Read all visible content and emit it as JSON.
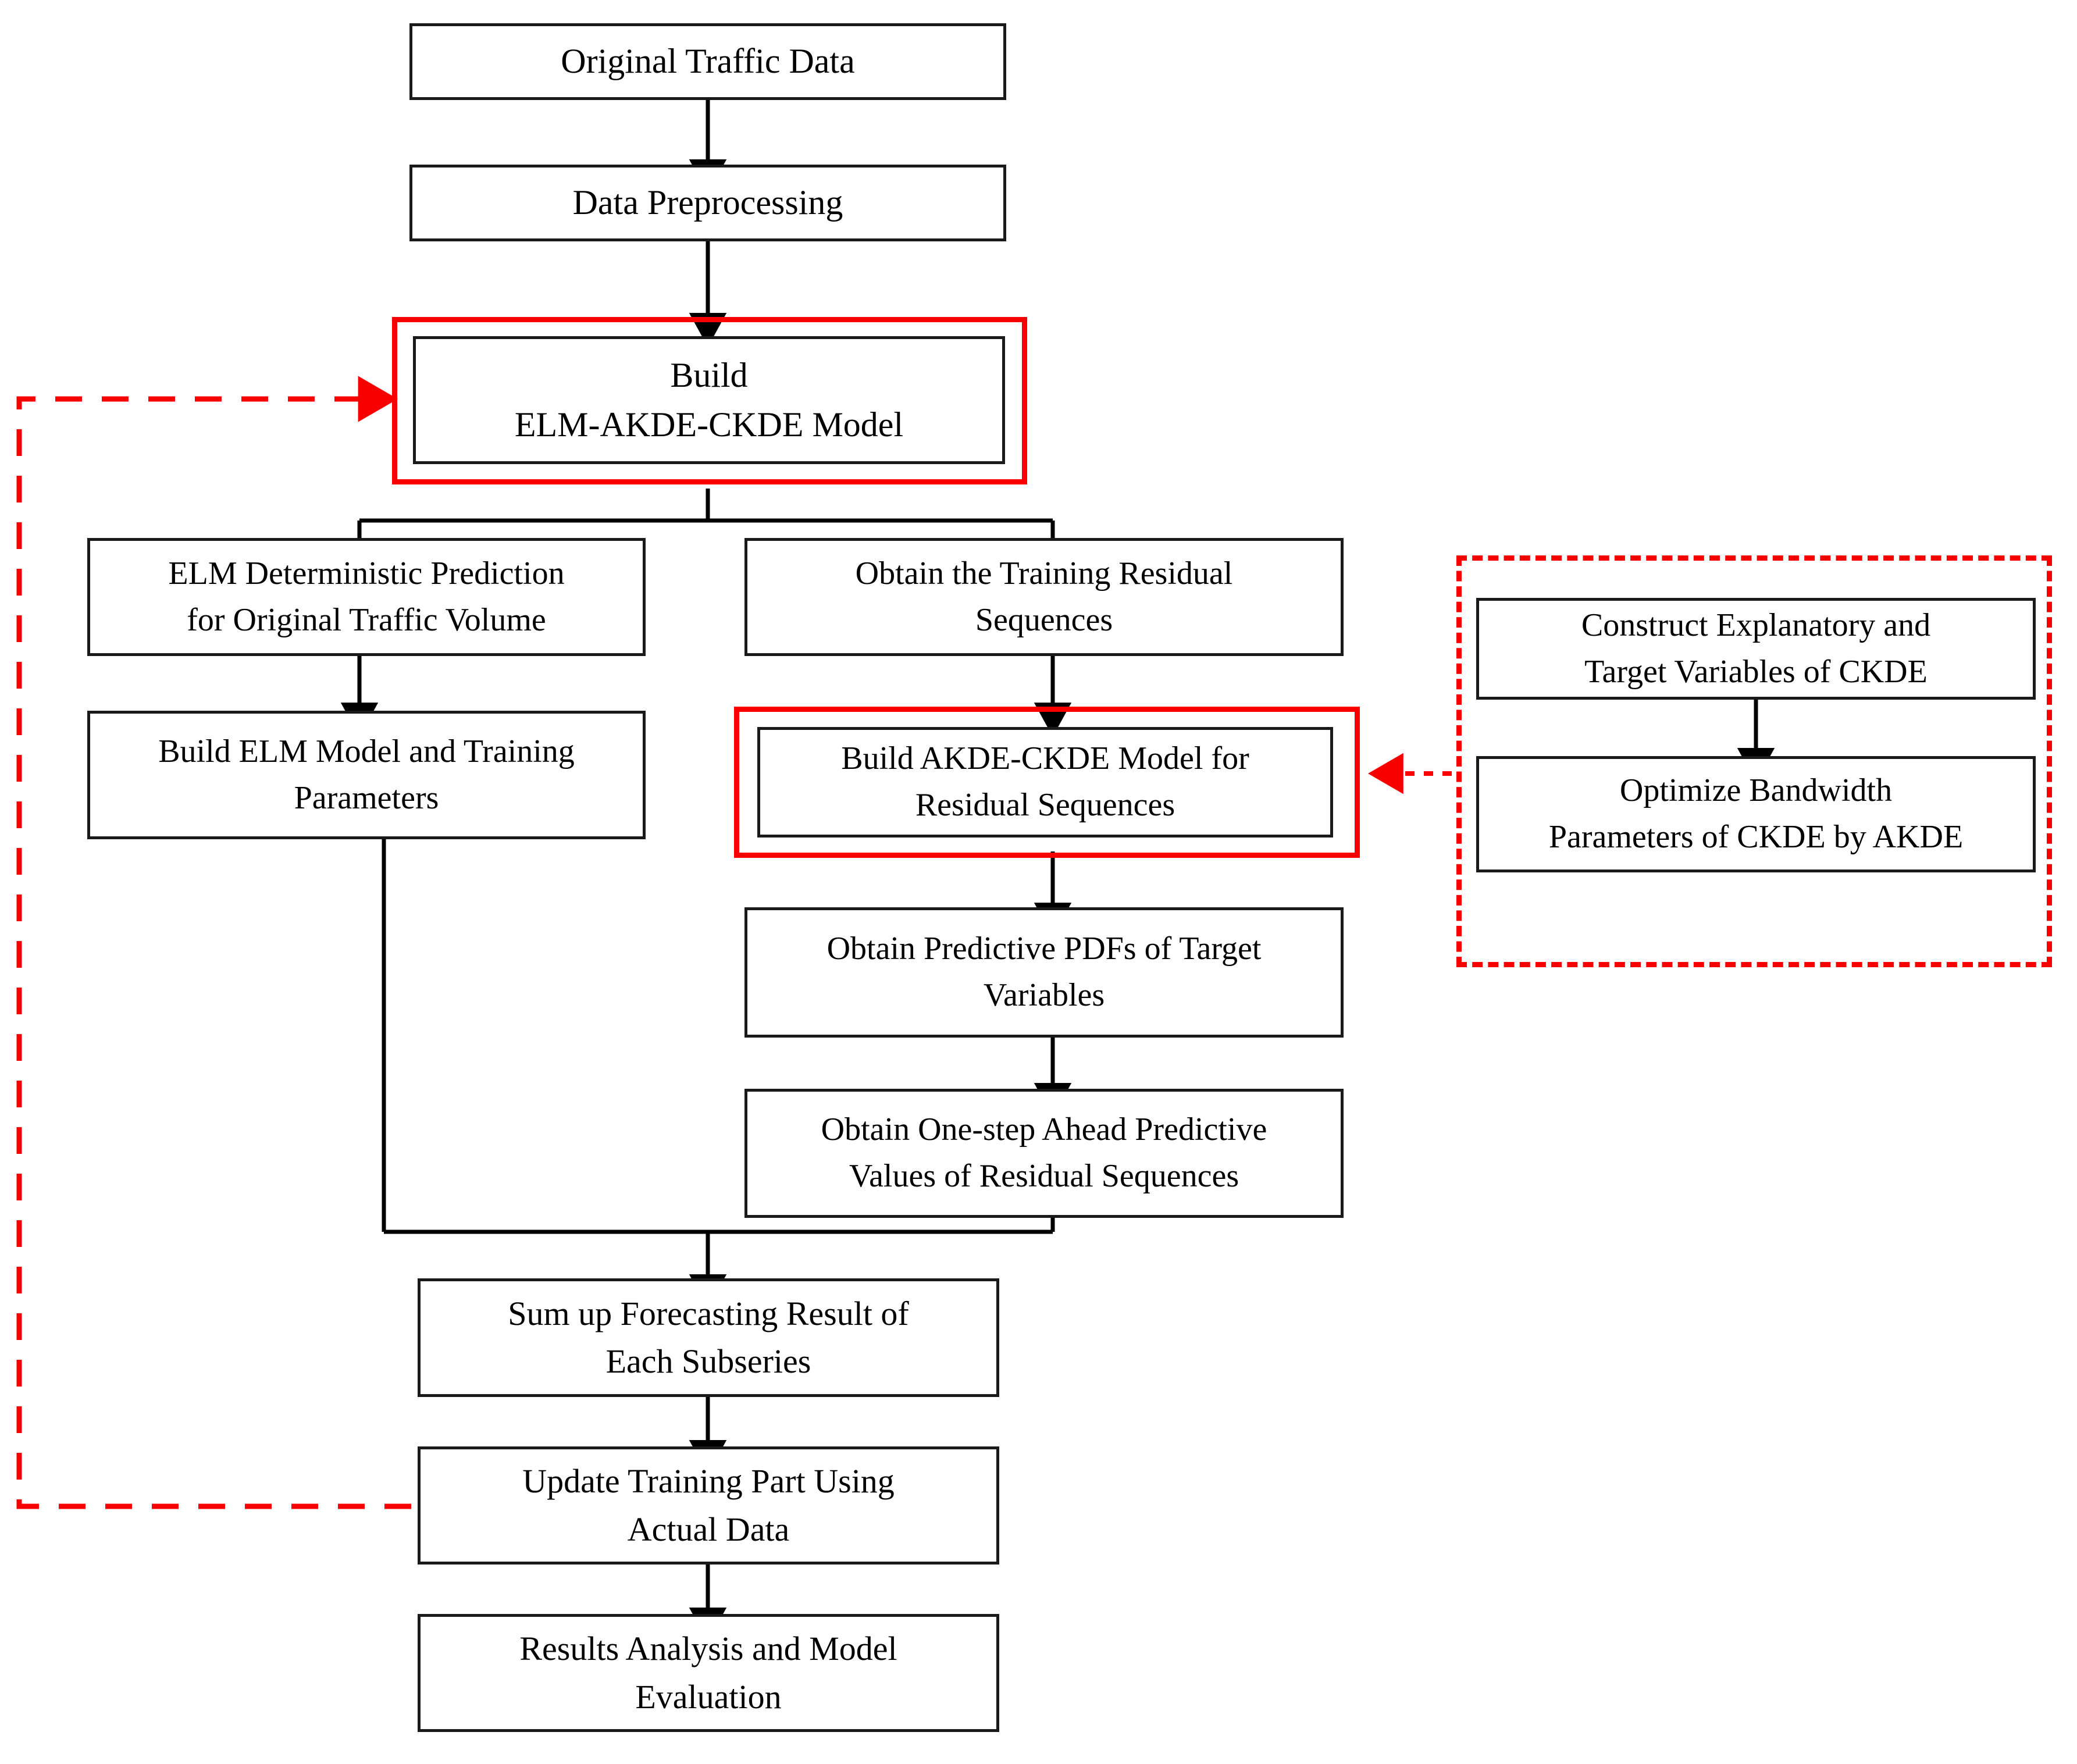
{
  "diagram": {
    "title": "ELM-AKDE-CKDE Traffic Forecasting Flowchart",
    "colors": {
      "node_border": "#1a1a1a",
      "node_fill": "#ffffff",
      "connector": "#000000",
      "highlight": "#f90000",
      "background": "#ffffff"
    },
    "nodes": [
      {
        "id": "original-traffic-data",
        "label": "Original Traffic Data"
      },
      {
        "id": "data-preprocessing",
        "label": "Data Preprocessing"
      },
      {
        "id": "build-elm-akde-ckde-model",
        "label": "Build\nELM-AKDE-CKDE Model"
      },
      {
        "id": "elm-deterministic-prediction",
        "label": "ELM Deterministic Prediction\nfor Original Traffic Volume"
      },
      {
        "id": "build-elm-model-and-training-parameters",
        "label": "Build ELM Model and Training\nParameters"
      },
      {
        "id": "obtain-training-residual-sequences",
        "label": "Obtain the Training Residual\nSequences"
      },
      {
        "id": "build-akde-ckde-model-for-residual-sequences",
        "label": "Build AKDE-CKDE Model for\nResidual Sequences"
      },
      {
        "id": "obtain-predictive-pdfs-of-target-variables",
        "label": "Obtain Predictive PDFs of Target\nVariables"
      },
      {
        "id": "obtain-one-step-ahead-predictive-values",
        "label": "Obtain One-step Ahead Predictive\nValues of Residual Sequences"
      },
      {
        "id": "sum-up-forecasting-result",
        "label": "Sum up Forecasting Result of\nEach Subseries"
      },
      {
        "id": "update-training-part",
        "label": "Update Training Part Using\nActual Data"
      },
      {
        "id": "results-analysis-and-model-evaluation",
        "label": "Results Analysis and Model\nEvaluation"
      },
      {
        "id": "construct-explanatory-and-target-variables",
        "label": "Construct Explanatory and\nTarget Variables of CKDE"
      },
      {
        "id": "optimize-bandwidth-parameters",
        "label": "Optimize Bandwidth\nParameters of CKDE by AKDE"
      }
    ],
    "edges": [
      {
        "from": "original-traffic-data",
        "to": "data-preprocessing",
        "style": "solid"
      },
      {
        "from": "data-preprocessing",
        "to": "build-elm-akde-ckde-model",
        "style": "solid"
      },
      {
        "from": "build-elm-akde-ckde-model",
        "to": "elm-deterministic-prediction",
        "style": "solid"
      },
      {
        "from": "build-elm-akde-ckde-model",
        "to": "obtain-training-residual-sequences",
        "style": "solid"
      },
      {
        "from": "elm-deterministic-prediction",
        "to": "build-elm-model-and-training-parameters",
        "style": "solid"
      },
      {
        "from": "obtain-training-residual-sequences",
        "to": "build-akde-ckde-model-for-residual-sequences",
        "style": "solid"
      },
      {
        "from": "build-akde-ckde-model-for-residual-sequences",
        "to": "obtain-predictive-pdfs-of-target-variables",
        "style": "solid"
      },
      {
        "from": "obtain-predictive-pdfs-of-target-variables",
        "to": "obtain-one-step-ahead-predictive-values",
        "style": "solid"
      },
      {
        "from": "build-elm-model-and-training-parameters",
        "to": "sum-up-forecasting-result",
        "style": "solid"
      },
      {
        "from": "obtain-one-step-ahead-predictive-values",
        "to": "sum-up-forecasting-result",
        "style": "solid"
      },
      {
        "from": "sum-up-forecasting-result",
        "to": "update-training-part",
        "style": "solid"
      },
      {
        "from": "update-training-part",
        "to": "results-analysis-and-model-evaluation",
        "style": "solid"
      },
      {
        "from": "construct-explanatory-and-target-variables",
        "to": "optimize-bandwidth-parameters",
        "style": "solid"
      },
      {
        "from": "update-training-part",
        "to": "build-elm-akde-ckde-model",
        "style": "dashed-red-feedback"
      },
      {
        "from": "ckde-detail-group",
        "to": "build-akde-ckde-model-for-residual-sequences",
        "style": "dotted-red"
      }
    ],
    "highlights": [
      {
        "id": "highlight-build-elm-akde-ckde-model",
        "target": "build-elm-akde-ckde-model",
        "kind": "solid-red-outline"
      },
      {
        "id": "highlight-build-akde-ckde-model",
        "target": "build-akde-ckde-model-for-residual-sequences",
        "kind": "solid-red-outline"
      },
      {
        "id": "ckde-detail-group",
        "kind": "dashed-red-group",
        "contains": [
          "construct-explanatory-and-target-variables",
          "optimize-bandwidth-parameters"
        ]
      }
    ]
  }
}
